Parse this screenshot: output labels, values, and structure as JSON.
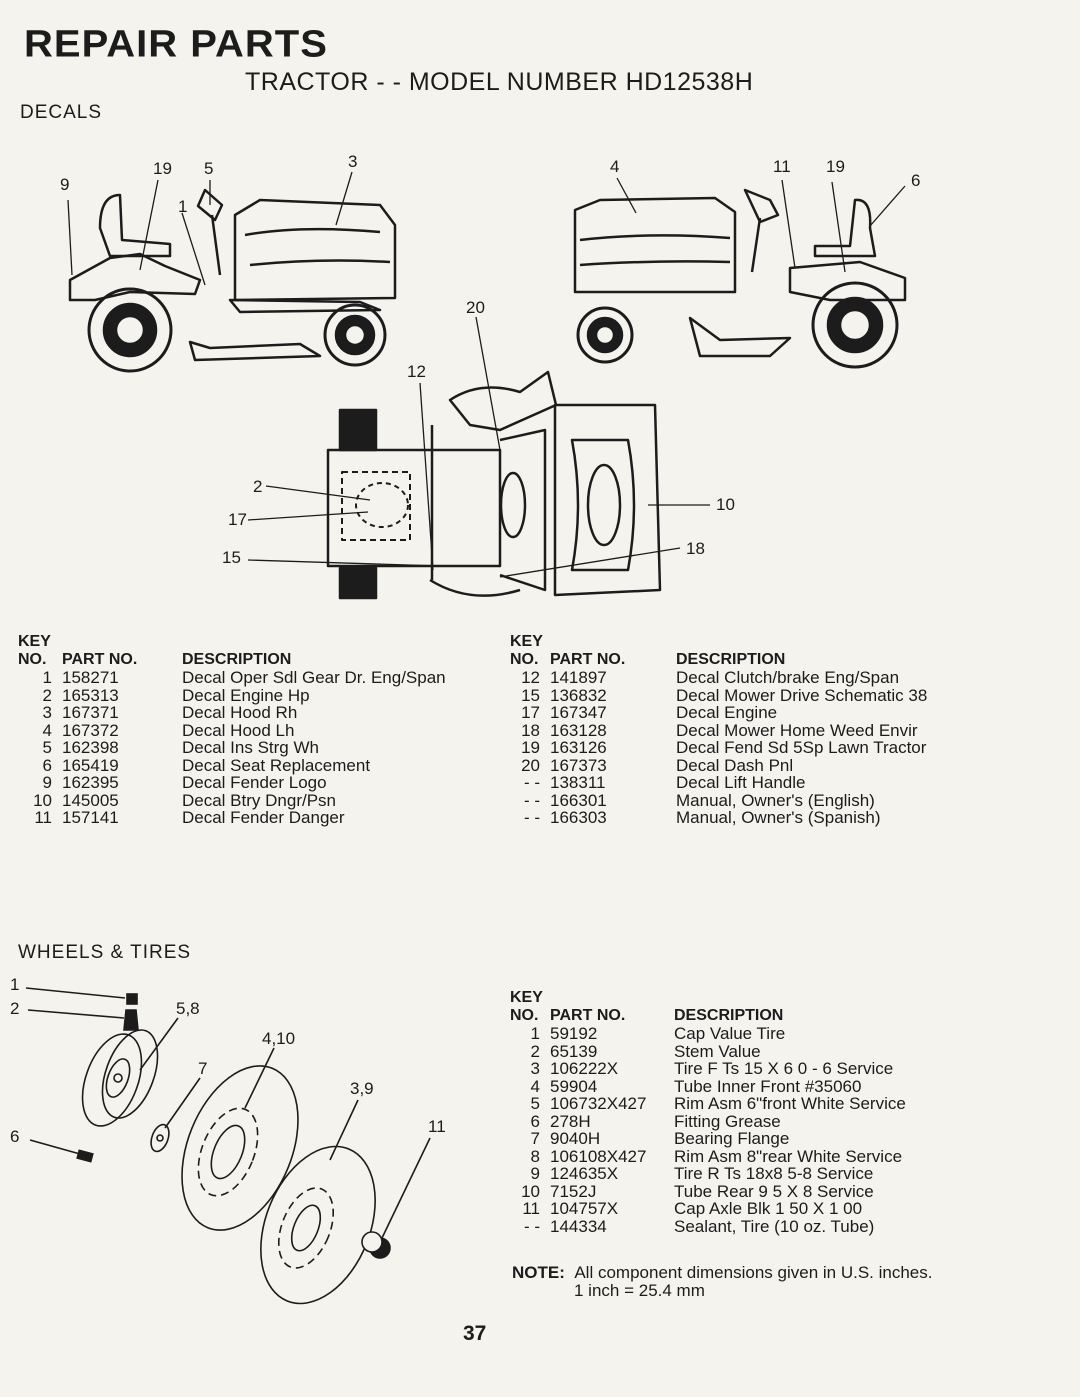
{
  "header": {
    "title": "REPAIR PARTS",
    "subtitle": "TRACTOR - - MODEL NUMBER HD12538H"
  },
  "decals": {
    "section_label": "DECALS",
    "callouts": [
      "9",
      "19",
      "5",
      "1",
      "3",
      "4",
      "11",
      "19",
      "6",
      "20",
      "12",
      "2",
      "17",
      "15",
      "10",
      "18"
    ],
    "table_left": {
      "headers": [
        "KEY NO.",
        "PART NO.",
        "DESCRIPTION"
      ],
      "rows": [
        {
          "key": "1",
          "part": "158271",
          "desc": "Decal Oper Sdl Gear Dr. Eng/Span"
        },
        {
          "key": "2",
          "part": "165313",
          "desc": "Decal Engine Hp"
        },
        {
          "key": "3",
          "part": "167371",
          "desc": "Decal Hood Rh"
        },
        {
          "key": "4",
          "part": "167372",
          "desc": "Decal Hood Lh"
        },
        {
          "key": "5",
          "part": "162398",
          "desc": "Decal Ins Strg Wh"
        },
        {
          "key": "6",
          "part": "165419",
          "desc": "Decal Seat Replacement"
        },
        {
          "key": "9",
          "part": "162395",
          "desc": "Decal Fender Logo"
        },
        {
          "key": "10",
          "part": "145005",
          "desc": "Decal Btry Dngr/Psn"
        },
        {
          "key": "11",
          "part": "157141",
          "desc": "Decal Fender Danger"
        }
      ]
    },
    "table_right": {
      "headers": [
        "KEY NO.",
        "PART NO.",
        "DESCRIPTION"
      ],
      "rows": [
        {
          "key": "12",
          "part": "141897",
          "desc": "Decal Clutch/brake Eng/Span"
        },
        {
          "key": "15",
          "part": "136832",
          "desc": "Decal Mower Drive Schematic 38"
        },
        {
          "key": "17",
          "part": "167347",
          "desc": "Decal Engine"
        },
        {
          "key": "18",
          "part": "163128",
          "desc": "Decal Mower Home Weed Envir"
        },
        {
          "key": "19",
          "part": "163126",
          "desc": "Decal Fend Sd 5Sp Lawn Tractor"
        },
        {
          "key": "20",
          "part": "167373",
          "desc": "Decal Dash Pnl"
        },
        {
          "key": "- -",
          "part": "138311",
          "desc": "Decal Lift Handle"
        },
        {
          "key": "- -",
          "part": "166301",
          "desc": "Manual, Owner's (English)"
        },
        {
          "key": "- -",
          "part": "166303",
          "desc": "Manual, Owner's (Spanish)"
        }
      ]
    }
  },
  "wheels": {
    "section_label": "WHEELS & TIRES",
    "callouts": [
      "1",
      "2",
      "5,8",
      "4,10",
      "7",
      "3,9",
      "6",
      "11"
    ],
    "table": {
      "headers": [
        "KEY NO.",
        "PART NO.",
        "DESCRIPTION"
      ],
      "rows": [
        {
          "key": "1",
          "part": "59192",
          "desc": "Cap Value Tire"
        },
        {
          "key": "2",
          "part": "65139",
          "desc": "Stem Value"
        },
        {
          "key": "3",
          "part": "106222X",
          "desc": "Tire F Ts 15 X 6 0 - 6 Service"
        },
        {
          "key": "4",
          "part": "59904",
          "desc": "Tube Inner Front #35060"
        },
        {
          "key": "5",
          "part": "106732X427",
          "desc": "Rim Asm 6\"front White Service"
        },
        {
          "key": "6",
          "part": "278H",
          "desc": "Fitting Grease"
        },
        {
          "key": "7",
          "part": "9040H",
          "desc": "Bearing Flange"
        },
        {
          "key": "8",
          "part": "106108X427",
          "desc": "Rim Asm 8\"rear White Service"
        },
        {
          "key": "9",
          "part": "124635X",
          "desc": "Tire R Ts 18x8 5-8 Service"
        },
        {
          "key": "10",
          "part": "7152J",
          "desc": "Tube Rear 9 5 X 8 Service"
        },
        {
          "key": "11",
          "part": "104757X",
          "desc": "Cap Axle Blk 1 50 X 1 00"
        },
        {
          "key": "- -",
          "part": "144334",
          "desc": "Sealant, Tire (10 oz. Tube)"
        }
      ]
    }
  },
  "note": {
    "label": "NOTE:",
    "line1": "All component dimensions given in U.S. inches.",
    "line2": "1 inch = 25.4 mm"
  },
  "page_number": "37"
}
